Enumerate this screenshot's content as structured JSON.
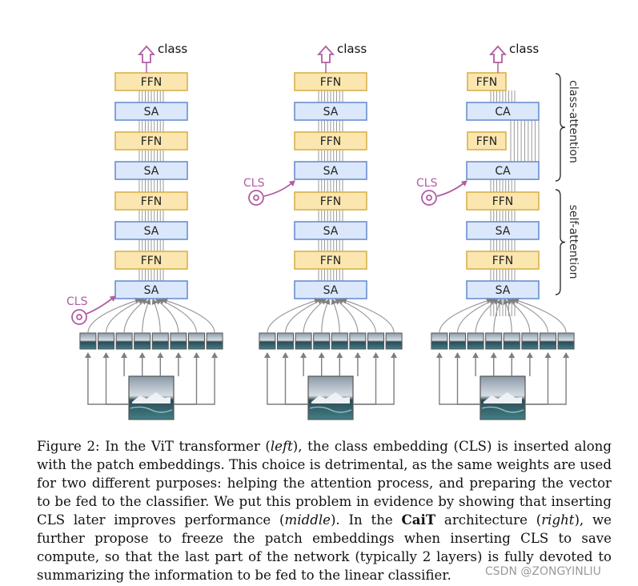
{
  "labels": {
    "ffn": "FFN",
    "sa": "SA",
    "ca": "CA",
    "cls": "CLS",
    "class": "class",
    "class_attention": "class-attention",
    "self_attention": "self-attention"
  },
  "columns": [
    {
      "id": "left",
      "cls_position": "before-first-SA",
      "blocks": [
        "FFN",
        "SA",
        "FFN",
        "SA",
        "FFN",
        "SA",
        "FFN",
        "SA"
      ]
    },
    {
      "id": "middle",
      "cls_position": "after-two-layers",
      "blocks": [
        "FFN",
        "SA",
        "FFN",
        "SA",
        "FFN",
        "SA",
        "FFN",
        "SA"
      ]
    },
    {
      "id": "right",
      "cls_position": "into-class-attention",
      "blocks": [
        "FFN",
        "CA",
        "FFN",
        "CA",
        "FFN",
        "SA",
        "FFN",
        "SA"
      ]
    }
  ],
  "colors": {
    "ffn_fill": "#fbe6b0",
    "ffn_stroke": "#d8b24a",
    "sa_fill": "#dbe7fb",
    "sa_stroke": "#6b8fd0",
    "cls": "#b05ea0",
    "wire": "#9a9a9a",
    "arrow": "#7f7f7f"
  },
  "caption": {
    "figure_label": "Figure 2:",
    "p1": " In the ViT transformer (",
    "left_word": "left",
    "p2": "), the class embedding (CLS) is inserted along with the patch embeddings. This choice is detrimental, as the same weights are used for two different purposes: helping the attention process, and preparing the vector to be fed to the classifier. We put this problem in evidence by showing that inserting CLS later improves performance (",
    "middle_word": "middle",
    "p3": "). In the ",
    "cait_word": "CaiT",
    "p4": " architecture (",
    "right_word": "right",
    "p5": "), we further propose to freeze the patch embeddings when inserting CLS to save compute, so that the last part of the network (typically 2 layers) is fully devoted to summarizing the information to be fed to the linear classifier."
  },
  "watermark": "CSDN @ZONGYINLIU"
}
